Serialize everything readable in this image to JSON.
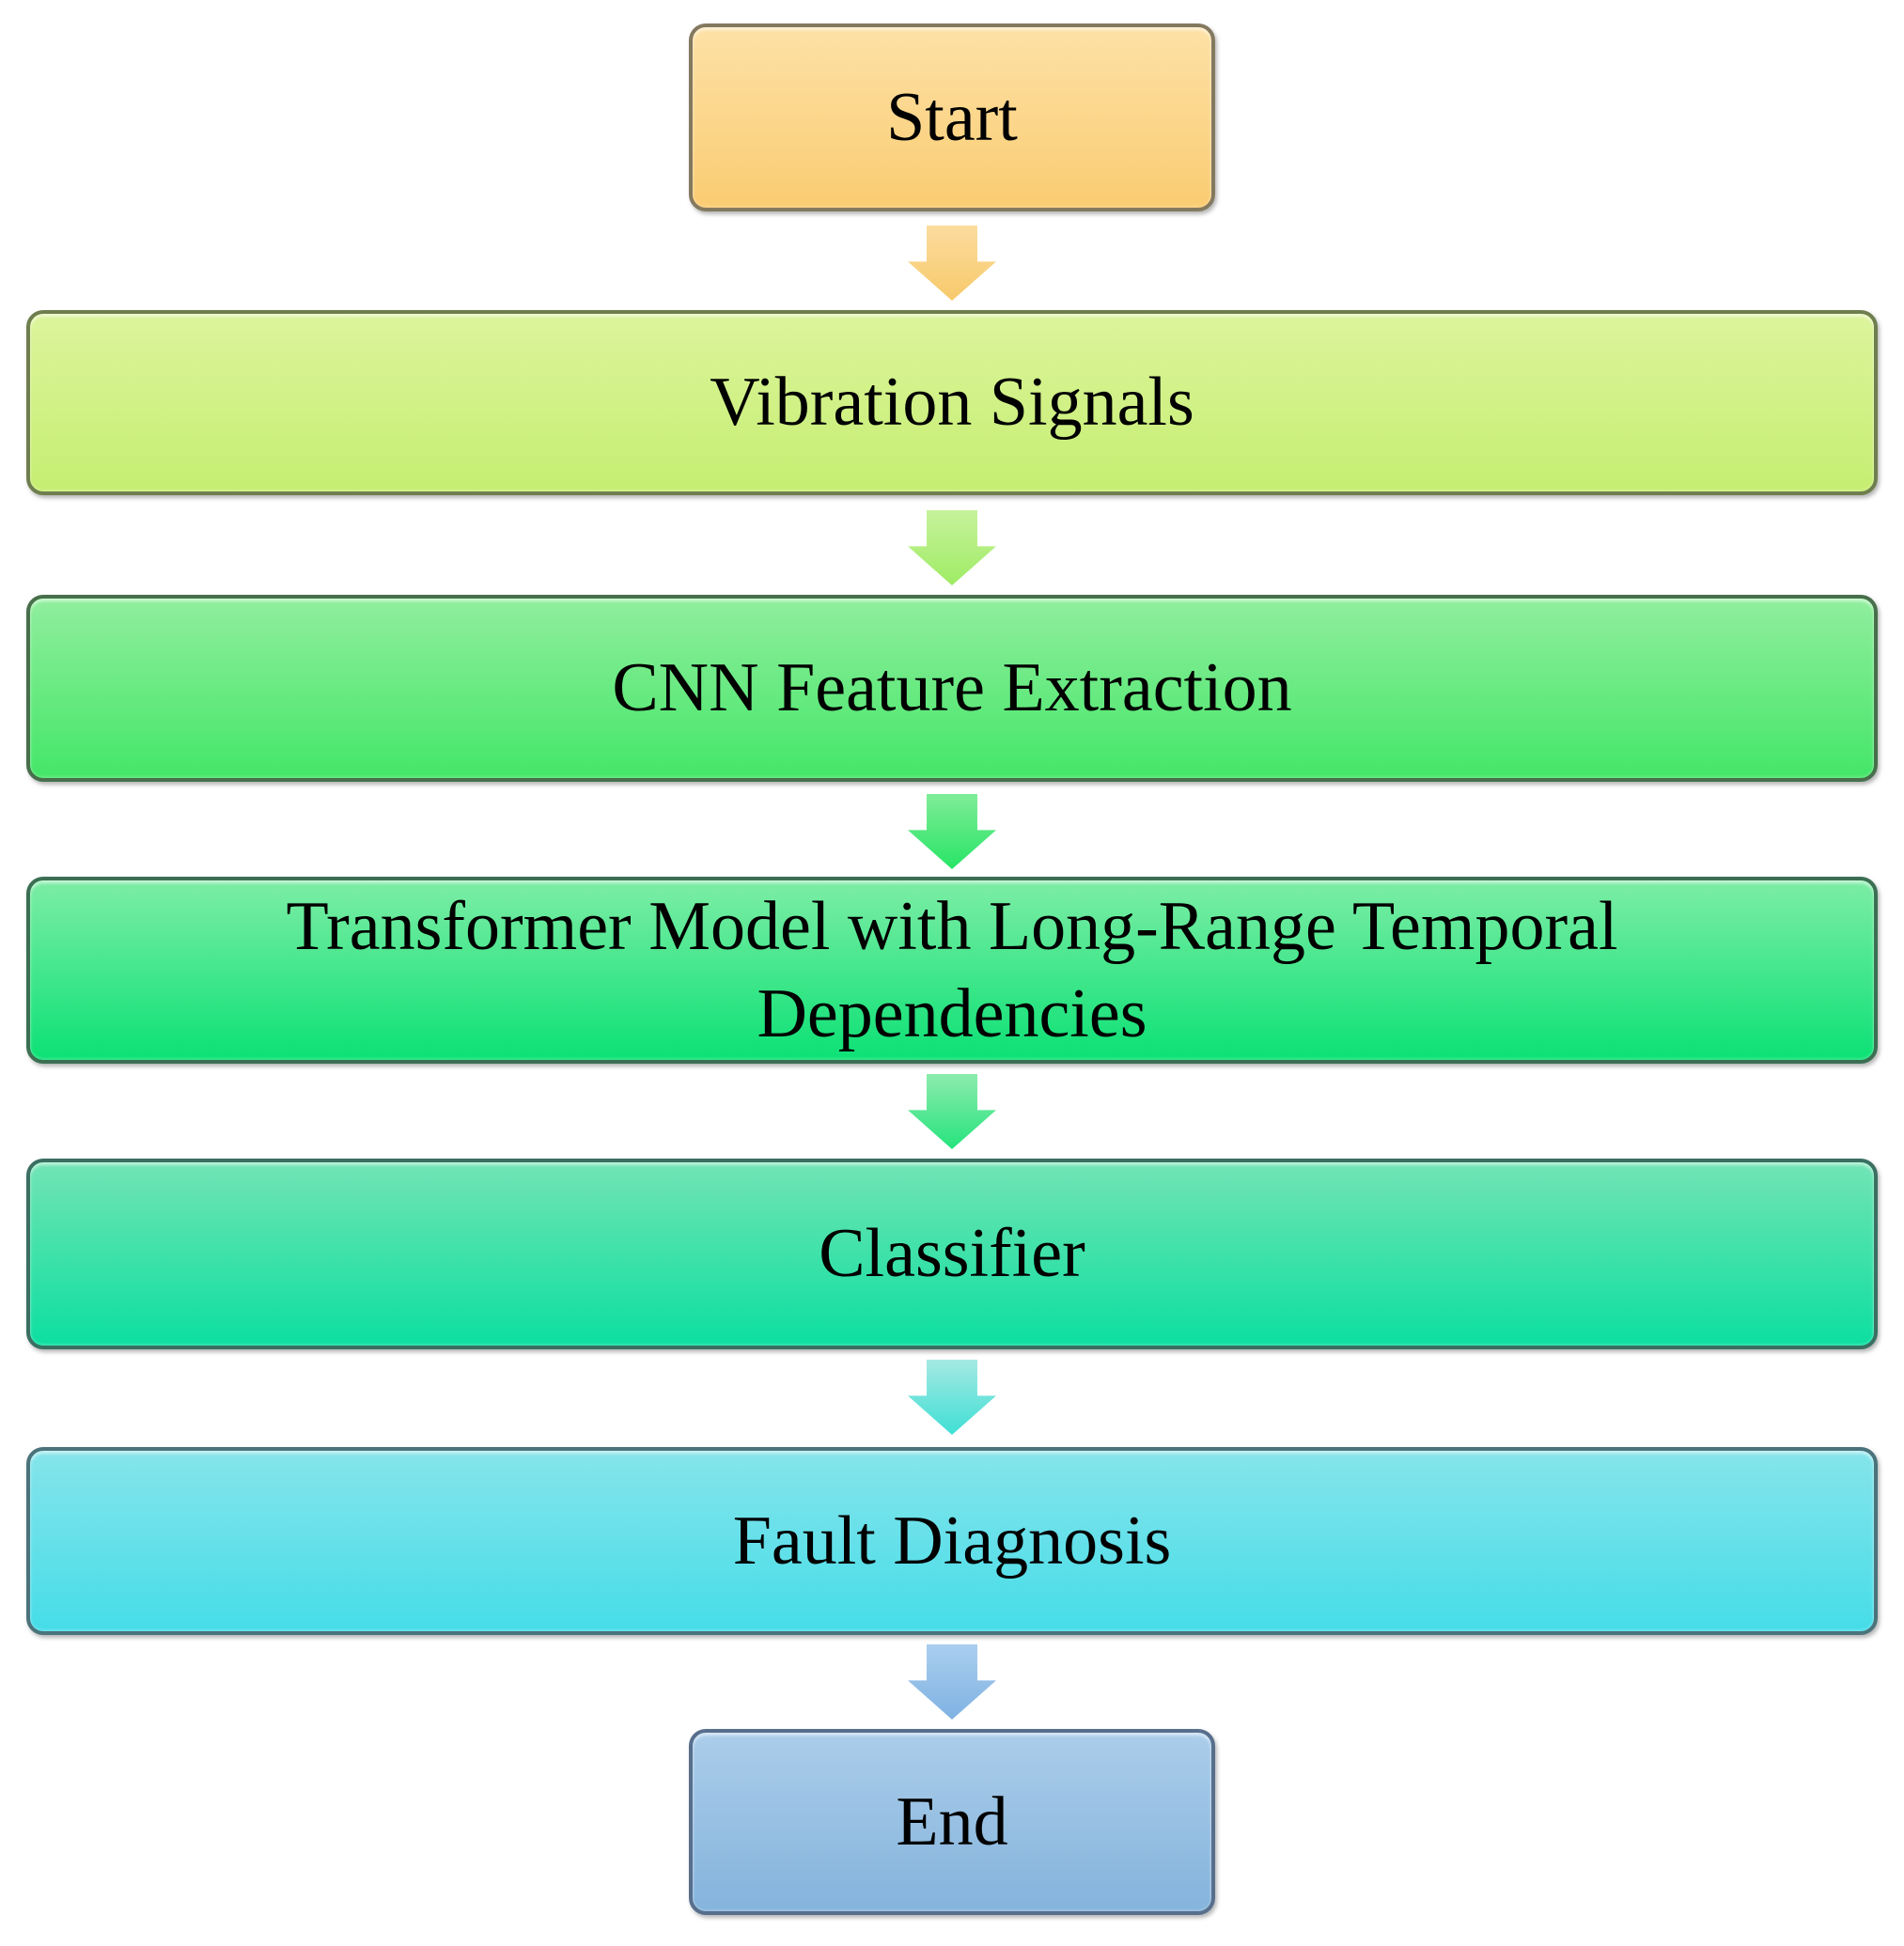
{
  "flowchart": {
    "nodes": [
      {
        "id": "start",
        "label": "Start",
        "fill_top": "#fde1a6",
        "fill_bottom": "#facc72",
        "border": "#84795f"
      },
      {
        "id": "vibration",
        "label": "Vibration Signals",
        "fill_top": "#dcf49c",
        "fill_bottom": "#c6ee71",
        "border": "#6f7e4e"
      },
      {
        "id": "cnn",
        "label": "CNN Feature Extraction",
        "fill_top": "#90ee9d",
        "fill_bottom": "#44e668",
        "border": "#476f4b"
      },
      {
        "id": "transformer",
        "label": "Transformer Model with Long-Range Temporal Dependencies",
        "fill_top": "#7deda5",
        "fill_bottom": "#0ce175",
        "border": "#3b6f53"
      },
      {
        "id": "classifier",
        "label": "Classifier",
        "fill_top": "#72e4b4",
        "fill_bottom": "#0cdfa0",
        "border": "#3a6f62"
      },
      {
        "id": "fault",
        "label": "Fault Diagnosis",
        "fill_top": "#86e4eb",
        "fill_bottom": "#45dde8",
        "border": "#4b737b"
      },
      {
        "id": "end",
        "label": "End",
        "fill_top": "#abcdea",
        "fill_bottom": "#84b3dc",
        "border": "#586f8c"
      }
    ],
    "arrows": [
      {
        "id": "start-to-vibration",
        "color_top": "#fbdc9e",
        "color_tip": "#f8c96b"
      },
      {
        "id": "vibration-to-cnn",
        "color_top": "#c7f29b",
        "color_tip": "#9fec64"
      },
      {
        "id": "cnn-to-transformer",
        "color_top": "#80ec97",
        "color_tip": "#27e566"
      },
      {
        "id": "transformer-to-classifier",
        "color_top": "#8debad",
        "color_tip": "#25e47d"
      },
      {
        "id": "classifier-to-fault",
        "color_top": "#a5e9e2",
        "color_tip": "#3fdfd5"
      },
      {
        "id": "fault-to-end",
        "color_top": "#aaceef",
        "color_tip": "#7fb2e2"
      }
    ]
  }
}
